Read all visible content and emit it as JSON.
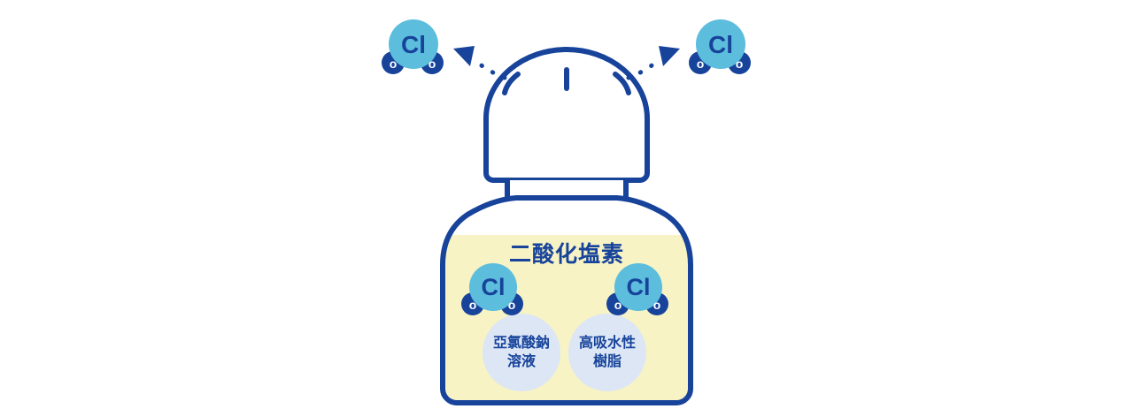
{
  "diagram": {
    "title_in_bottle": "二酸化塩素",
    "molecules": {
      "cl_label": "Cl",
      "o_label": "o",
      "released_left": {
        "cl": "Cl",
        "o_left": "o",
        "o_right": "o"
      },
      "released_right": {
        "cl": "Cl",
        "o_left": "o",
        "o_right": "o"
      },
      "inside_left": {
        "cl": "Cl",
        "o_left": "o",
        "o_right": "o"
      },
      "inside_right": {
        "cl": "Cl",
        "o_left": "o",
        "o_right": "o"
      }
    },
    "ingredients": [
      {
        "name": "sodium-chlorite-solution",
        "line1": "亞氯酸鈉",
        "line2": "溶液"
      },
      {
        "name": "superabsorbent-resin",
        "line1": "高吸水性",
        "line2": "樹脂"
      }
    ],
    "arrows": [
      {
        "name": "emission-arrow-left",
        "direction": "up-left"
      },
      {
        "name": "emission-arrow-right",
        "direction": "up-right"
      }
    ],
    "colors": {
      "outline_navy": "#17439B",
      "chlorine_cyan": "#5CBDDD",
      "oxygen_navy": "#17439B",
      "liquid_yellow": "#F7F3C5",
      "ingredient_blue": "#DCE6F5",
      "background": "#FFFFFF",
      "white": "#FFFFFF"
    }
  }
}
